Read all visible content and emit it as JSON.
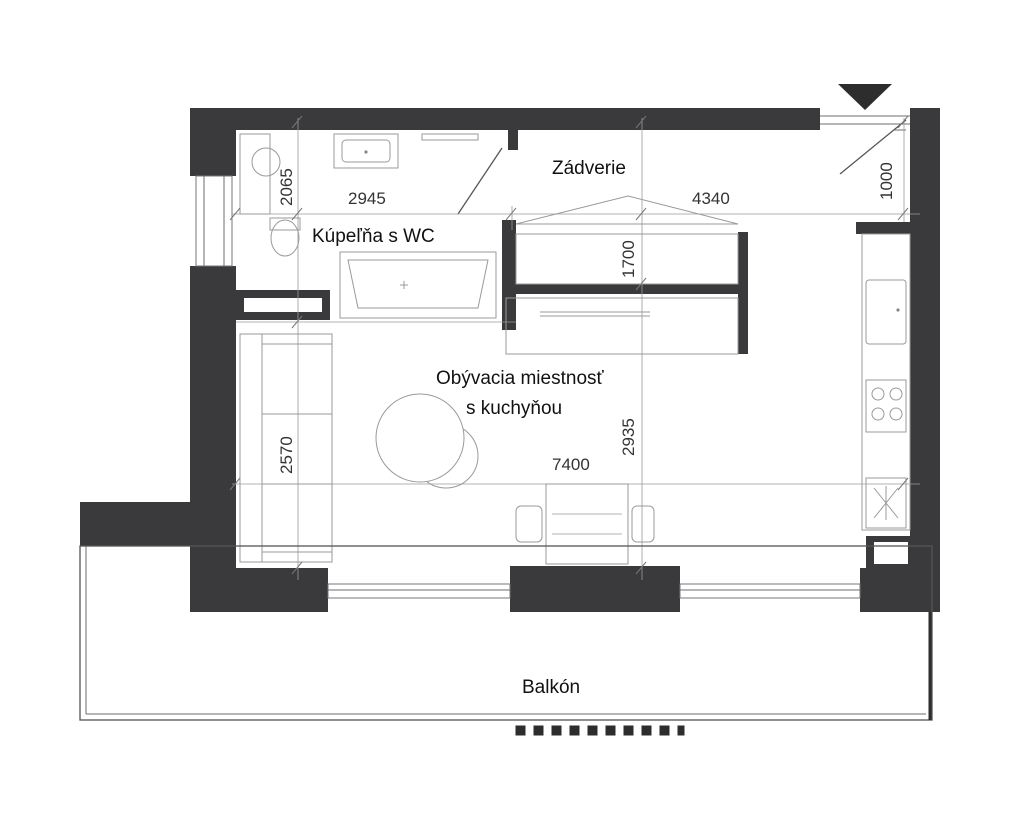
{
  "rooms": {
    "entry": "Zádverie",
    "bathroom": "Kúpeľňa s WC",
    "living_line1": "Obývacia miestnosť",
    "living_line2": "s kuchyňou",
    "balcony": "Balkón"
  },
  "dimensions": {
    "bath_height": "2065",
    "bath_width": "2945",
    "entry_width": "4340",
    "entry_door": "1000",
    "wardrobe_height": "1700",
    "living_left_height": "2570",
    "living_height": "2935",
    "living_width": "7400"
  },
  "colors": {
    "wall": "#3a3a3c",
    "lines": "#6e6e6e",
    "furniture": "#9a9a9a"
  },
  "icons": {
    "entrance_marker": "down-triangle-icon",
    "north_marker": "dashed-marker"
  }
}
